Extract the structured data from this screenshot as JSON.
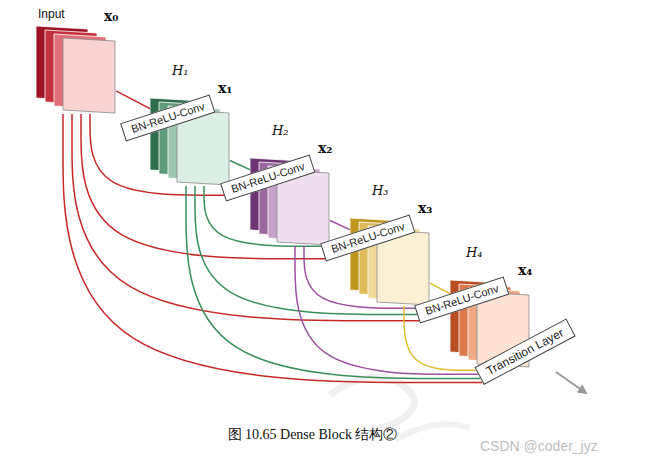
{
  "diagram": {
    "caption": "图 10.65 Dense Block 结构②",
    "nodes": [
      {
        "text": [
          "Input",
          "x₀"
        ]
      },
      {
        "text": [
          "H₁",
          "BN-ReLU-Conv"
        ]
      },
      {
        "text": [
          "x₁"
        ]
      },
      {
        "text": [
          "H₂",
          "BN-ReLU-Conv"
        ]
      },
      {
        "text": [
          "x₂"
        ]
      },
      {
        "text": [
          "H₃",
          "BN-ReLU-Conv"
        ]
      },
      {
        "text": [
          "x₃"
        ]
      },
      {
        "text": [
          "H₄",
          "BN-ReLU-Conv"
        ]
      },
      {
        "text": [
          "x₄"
        ]
      },
      {
        "text": [
          "Transition Layer"
        ]
      }
    ],
    "edges": [
      {
        "from": 0,
        "to": 1,
        "arrow": "none"
      },
      {
        "from": 1,
        "to": 2,
        "arrow": "none"
      },
      {
        "from": 2,
        "to": 3,
        "arrow": "none"
      },
      {
        "from": 3,
        "to": 4,
        "arrow": "none"
      },
      {
        "from": 4,
        "to": 5,
        "arrow": "none"
      },
      {
        "from": 5,
        "to": 6,
        "arrow": "none"
      },
      {
        "from": 6,
        "to": 7,
        "arrow": "none"
      },
      {
        "from": 7,
        "to": 8,
        "arrow": "none"
      },
      {
        "from": 8,
        "to": 9,
        "arrow": "none"
      },
      {
        "from": 0,
        "to": 3,
        "arrow": "none"
      },
      {
        "from": 0,
        "to": 5,
        "arrow": "none"
      },
      {
        "from": 0,
        "to": 7,
        "arrow": "none"
      },
      {
        "from": 0,
        "to": 9,
        "arrow": "none"
      },
      {
        "from": 2,
        "to": 5,
        "arrow": "none"
      },
      {
        "from": 2,
        "to": 7,
        "arrow": "none"
      },
      {
        "from": 2,
        "to": 9,
        "arrow": "none"
      },
      {
        "from": 4,
        "to": 7,
        "arrow": "none"
      },
      {
        "from": 4,
        "to": 9,
        "arrow": "none"
      },
      {
        "from": 6,
        "to": 9,
        "arrow": "none"
      }
    ],
    "labels": [
      "CSDN @coder_jyz"
    ]
  }
}
